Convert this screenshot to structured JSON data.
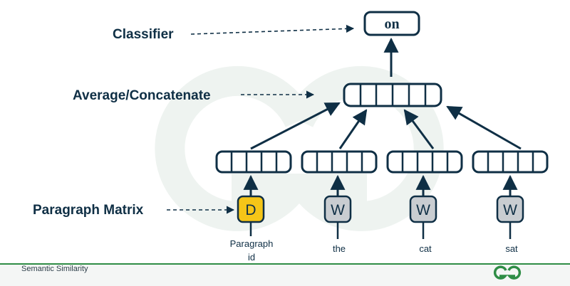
{
  "colors": {
    "navy": "#0f2f45",
    "doc_token_fill": "#f5c518",
    "word_token_fill": "#c9cdd1",
    "watermark": "#eef3f0",
    "footer_line": "#2f8d46",
    "brand_green": "#2f8d46"
  },
  "labels": {
    "classifier": "Classifier",
    "average_concatenate": "Average/Concatenate",
    "paragraph_matrix": "Paragraph Matrix"
  },
  "output_word": "on",
  "inputs": [
    {
      "token": "D",
      "kind": "paragraph",
      "caption_line1": "Paragraph",
      "caption_line2": "id"
    },
    {
      "token": "W",
      "kind": "word",
      "caption_line1": "the",
      "caption_line2": ""
    },
    {
      "token": "W",
      "kind": "word",
      "caption_line1": "cat",
      "caption_line2": ""
    },
    {
      "token": "W",
      "kind": "word",
      "caption_line1": "sat",
      "caption_line2": ""
    }
  ],
  "footer": {
    "caption": "Semantic Similarity"
  },
  "logo": {
    "brand": "gfg-logo"
  }
}
